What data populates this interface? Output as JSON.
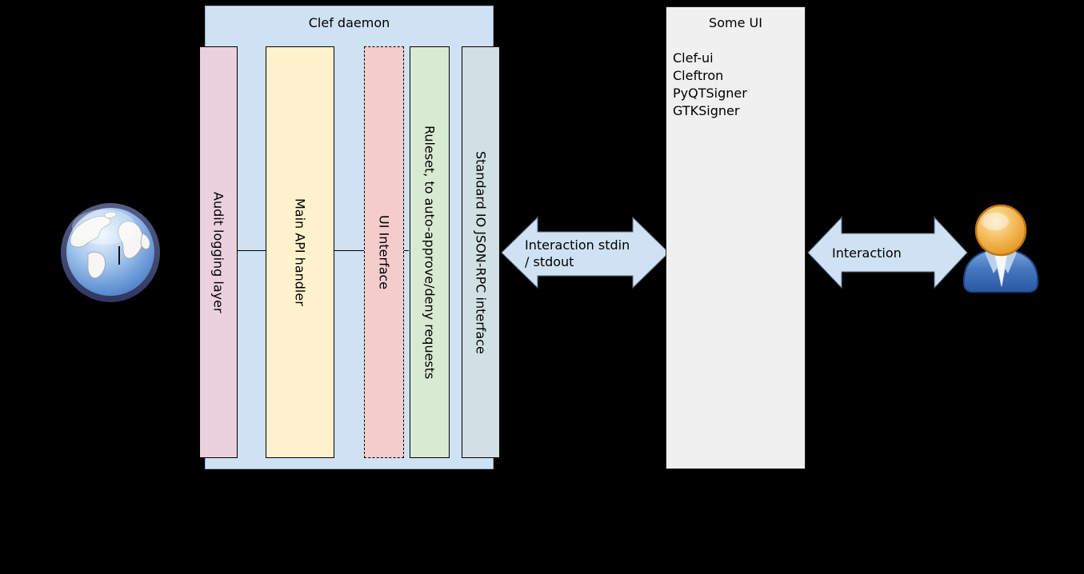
{
  "canvas": {
    "background": "#000000"
  },
  "clef_daemon": {
    "title": "Clef daemon",
    "fill": "#cfe2f3",
    "bars": [
      {
        "label": "Audit logging layer",
        "fill": "#ead1dc",
        "border_style": "solid"
      },
      {
        "label": "Main API handler",
        "fill": "#fff2cc",
        "border_style": "solid"
      },
      {
        "label": "UI Interface",
        "fill": "#f4cccc",
        "border_style": "dashed"
      },
      {
        "label": "Ruleset, to auto-approve/deny requests",
        "fill": "#d9ead3",
        "border_style": "solid"
      },
      {
        "label": "Standard IO JSON-RPC interface",
        "fill": "#d0e0e3",
        "border_style": "solid"
      }
    ]
  },
  "some_ui": {
    "title": "Some UI",
    "fill": "#f0f0f0",
    "items": [
      "Clef-ui",
      "Cleftron",
      "PyQTSigner",
      "GTKSigner"
    ]
  },
  "arrows": {
    "fill": "#cfe2f3",
    "daemon_ui": {
      "line1": "Interaction stdin",
      "line2": "/ stdout"
    },
    "ui_user": {
      "label": "Interaction"
    }
  },
  "icons": {
    "globe": "globe-internet-icon",
    "person": "user-person-icon"
  }
}
